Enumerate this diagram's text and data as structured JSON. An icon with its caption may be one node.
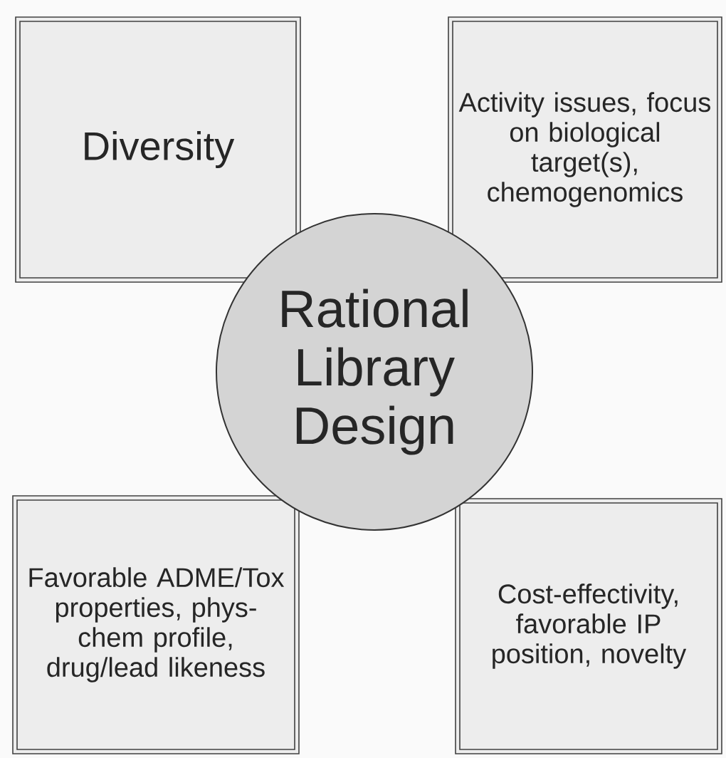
{
  "diagram": {
    "nodes": [
      {
        "text": [
          "Diversity"
        ]
      },
      {
        "text": [
          "Activity issues, focus on biological target(s), chemogenomics"
        ]
      },
      {
        "text": [
          "Rational Library Design"
        ]
      },
      {
        "text": [
          "Favorable ADME/Tox properties, phys-chem profile, drug/lead likeness"
        ]
      },
      {
        "text": [
          "Cost-effectivity, favorable IP position, novelty"
        ]
      }
    ]
  }
}
